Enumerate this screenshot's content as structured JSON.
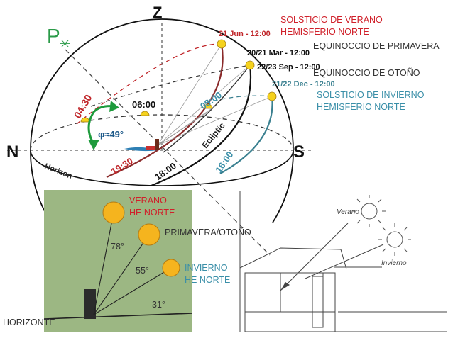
{
  "sphere": {
    "zenith": "Z",
    "north": "N",
    "south": "S",
    "pole_symbol": "P",
    "latitude": "φ≈49°",
    "horizon": "Horizon",
    "ecliptic": "Ecliptic"
  },
  "dates": {
    "jun": "21 Jun - 12:00",
    "mar": "20/21 Mar - 12:00",
    "sep": "22/23 Sep - 12:00",
    "dec": "21/22 Dec - 12:00"
  },
  "times": {
    "t0430": "04:30",
    "t0600": "06:00",
    "t0800": "08:00",
    "t1930": "19:30",
    "t1800": "18:00",
    "t1600": "16:00"
  },
  "captions": {
    "summer_1": "SOLSTICIO DE VERANO",
    "summer_2": "HEMISFERIO NORTE",
    "spring": "EQUINOCCIO DE PRIMAVERA",
    "autumn": "EQUINOCCIO DE OTOÑO",
    "winter_1": "SOLSTICIO DE INVIERNO",
    "winter_2": "HEMISFERIO NORTE"
  },
  "angles_panel": {
    "summer_1": "VERANO",
    "summer_2": "HE NORTE",
    "equinox": "PRIMAVERA/OTOÑO",
    "winter_1": "INVIERNO",
    "winter_2": "HE NORTE",
    "a78": "78°",
    "a55": "55°",
    "a31": "31°",
    "horizon": "HORIZONTE"
  },
  "sketch": {
    "summer": "Verano",
    "winter": "Invierno"
  },
  "colors": {
    "summer": "#d0202a",
    "winter": "#3a8fa8",
    "panel_bg": "#9cb783",
    "sun": "#f5b41e",
    "arrow": "#1e9a3c",
    "pole": "#2a9a48"
  }
}
